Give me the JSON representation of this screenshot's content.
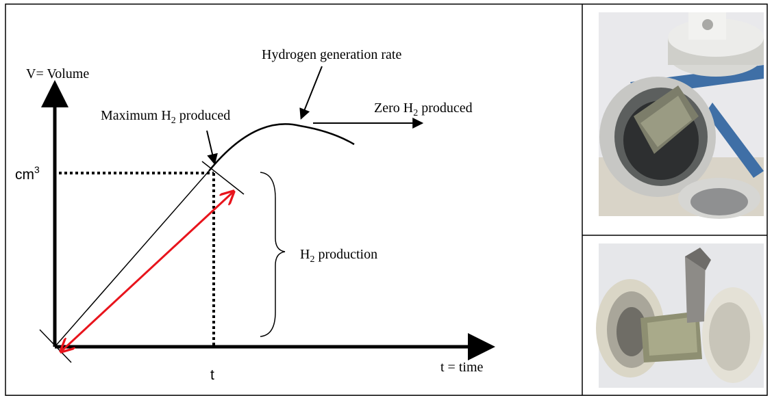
{
  "axes": {
    "y_label": "V= Volume",
    "x_label": "t = time",
    "y_tick": "cm",
    "y_tick_sup": "3",
    "x_tick": "t"
  },
  "annotations": {
    "rate_label": "Hydrogen generation rate",
    "max_label_pre": "Maximum H",
    "max_label_sub": "2",
    "max_label_post": " produced",
    "zero_label_pre": "Zero H",
    "zero_label_sub": "2",
    "zero_label_post": " produced",
    "production_label_pre": "H",
    "production_label_sub": "2",
    "production_label_post": " production"
  },
  "colors": {
    "line": "#000000",
    "red_arrow": "#e8141c",
    "border": "#000000"
  },
  "photos": {
    "top": "reactor-cylinder-photo",
    "bottom": "reactor-cartridge-photo"
  }
}
